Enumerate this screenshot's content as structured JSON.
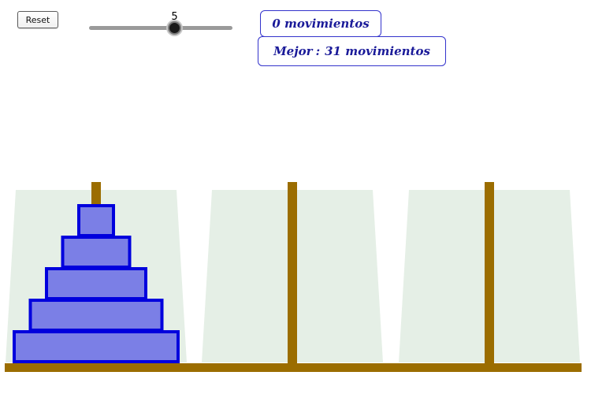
{
  "controls": {
    "reset_label": "Reset",
    "disk_count": 5,
    "disk_count_min": 1,
    "disk_count_max": 10,
    "disk_count_text": "5"
  },
  "status": {
    "moves_count": "0",
    "moves_word": "movimientos",
    "best_label": "Mejor",
    "best_separator": ":",
    "best_count": "31",
    "best_word": "movimientos"
  },
  "board": {
    "pegs": [
      {
        "name": "left",
        "disks": [
          5,
          4,
          3,
          2,
          1
        ]
      },
      {
        "name": "middle",
        "disks": []
      },
      {
        "name": "right",
        "disks": []
      }
    ],
    "colors": {
      "zone": "#e5efe6",
      "peg": "#9b6d00",
      "base": "#9b6d00",
      "disk_fill": "#7b7fe6",
      "disk_stroke": "#0000dd"
    }
  }
}
